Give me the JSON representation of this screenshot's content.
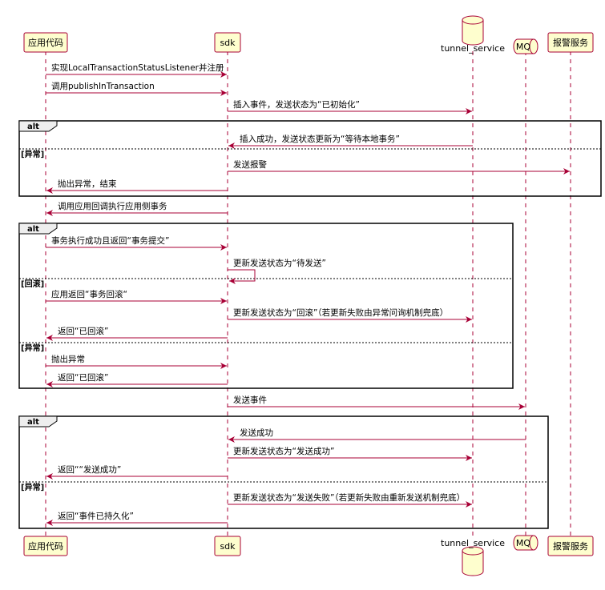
{
  "participants": [
    {
      "id": "app",
      "label": "应用代码",
      "kind": "box"
    },
    {
      "id": "sdk",
      "label": "sdk",
      "kind": "box"
    },
    {
      "id": "tunnel",
      "label": "tunnel_service",
      "kind": "database"
    },
    {
      "id": "mq",
      "label": "MQ",
      "kind": "queue"
    },
    {
      "id": "alarm",
      "label": "报警服务",
      "kind": "box"
    }
  ],
  "messages": [
    {
      "from": "app",
      "to": "sdk",
      "label": "实现LocalTransactionStatusListener并注册"
    },
    {
      "from": "app",
      "to": "sdk",
      "label": "调用publishInTransaction"
    },
    {
      "from": "sdk",
      "to": "tunnel",
      "label": "插入事件，发送状态为“已初始化”"
    },
    {
      "from": "tunnel",
      "to": "sdk",
      "label": "插入成功，发送状态更新为“等待本地事务”"
    },
    {
      "from": "sdk",
      "to": "alarm",
      "label": "发送报警"
    },
    {
      "from": "sdk",
      "to": "app",
      "label": "抛出异常，结束"
    },
    {
      "from": "sdk",
      "to": "app",
      "label": "调用应用回调执行应用侧事务"
    },
    {
      "from": "app",
      "to": "sdk",
      "label": "事务执行成功且返回“事务提交”"
    },
    {
      "from": "sdk",
      "to": "sdk",
      "label": "更新发送状态为“待发送”"
    },
    {
      "from": "app",
      "to": "sdk",
      "label": "应用返回“事务回滚“"
    },
    {
      "from": "sdk",
      "to": "tunnel",
      "label": "更新发送状态为“回滚”（若更新失败由异常问询机制兜底）"
    },
    {
      "from": "sdk",
      "to": "app",
      "label": "返回“已回滚”"
    },
    {
      "from": "app",
      "to": "sdk",
      "label": "抛出异常"
    },
    {
      "from": "sdk",
      "to": "app",
      "label": "返回“已回滚”"
    },
    {
      "from": "sdk",
      "to": "mq",
      "label": "发送事件"
    },
    {
      "from": "mq",
      "to": "sdk",
      "label": "发送成功"
    },
    {
      "from": "sdk",
      "to": "tunnel",
      "label": "更新发送状态为“发送成功”"
    },
    {
      "from": "sdk",
      "to": "app",
      "label": "返回““发送成功”"
    },
    {
      "from": "sdk",
      "to": "tunnel",
      "label": "更新发送状态为“发送失败”（若更新失败由重新发送机制兜底）"
    },
    {
      "from": "sdk",
      "to": "app",
      "label": "返回“事件已持久化”"
    }
  ],
  "fragments": [
    {
      "label": "alt",
      "guards": [
        "[异常]"
      ]
    },
    {
      "label": "alt",
      "guards": [
        "[回滚]",
        "[异常]"
      ]
    },
    {
      "label": "alt",
      "guards": [
        "[异常]"
      ]
    }
  ],
  "colors": {
    "participant_fill": "#FEFECE",
    "participant_border": "#A80036",
    "arrow": "#A80036",
    "frame": "#000000"
  }
}
